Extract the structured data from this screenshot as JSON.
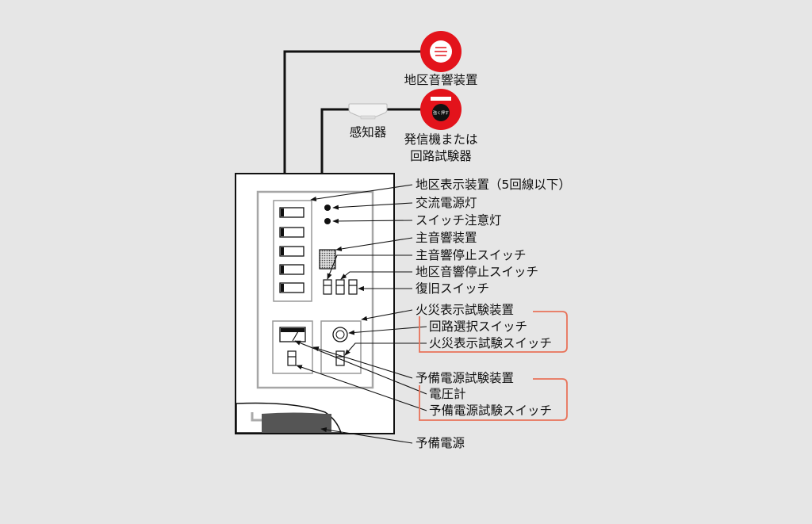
{
  "devices": {
    "district_bell": "地区音響装置",
    "detector": "感知器",
    "transmitter_line1": "発信機または",
    "transmitter_line2": "回路試験器",
    "transmitter_inner_text": "強く押す"
  },
  "callouts": {
    "district_display": "地区表示装置（5回線以下）",
    "ac_power_lamp": "交流電源灯",
    "switch_caution_lamp": "スイッチ注意灯",
    "main_sounder": "主音響装置",
    "main_sounder_stop": "主音響停止スイッチ",
    "district_sounder_stop": "地区音響停止スイッチ",
    "reset_switch": "復旧スイッチ",
    "fire_display_test_device": "火災表示試験装置",
    "circuit_select_switch": "回路選択スイッチ",
    "fire_display_test_switch": "火災表示試験スイッチ",
    "backup_power_test_device": "予備電源試験装置",
    "voltmeter": "電圧計",
    "backup_power_test_switch": "予備電源試験スイッチ",
    "backup_power": "予備電源"
  },
  "colors": {
    "background": "#e6e6e6",
    "device_red": "#e3131b",
    "bracket": "#e8735a",
    "line": "#111111",
    "panel_gray": "#a6a6a6",
    "battery": "#555555"
  }
}
